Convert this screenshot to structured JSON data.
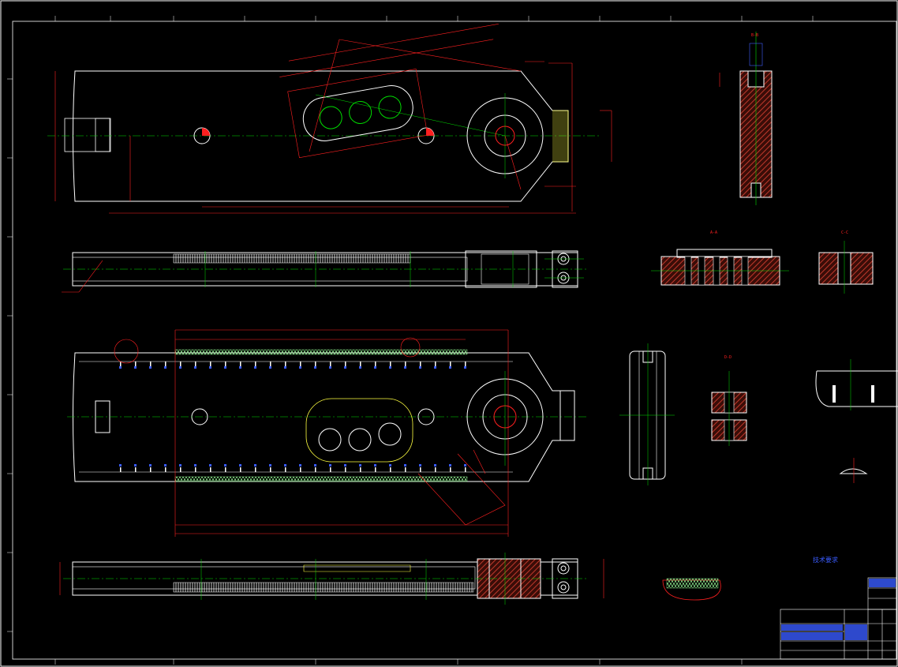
{
  "drawing": {
    "corner_tag": "",
    "tech_requirements_title": "技术要求",
    "tech_requirements": [
      "",
      "",
      "",
      "",
      "",
      ""
    ]
  },
  "sections": {
    "b_b": "B-B",
    "a_a": "A-A",
    "c_c": "C-C",
    "d_d": "D-D"
  },
  "colors": {
    "background": "#000000",
    "outline": "#ffffff",
    "dimension": "#ff2020",
    "centerline": "#00dd00",
    "hatch": "#c0392b",
    "annotation": "#3a5cff",
    "highlight": "#ffff40",
    "cyan": "#00ffff"
  }
}
